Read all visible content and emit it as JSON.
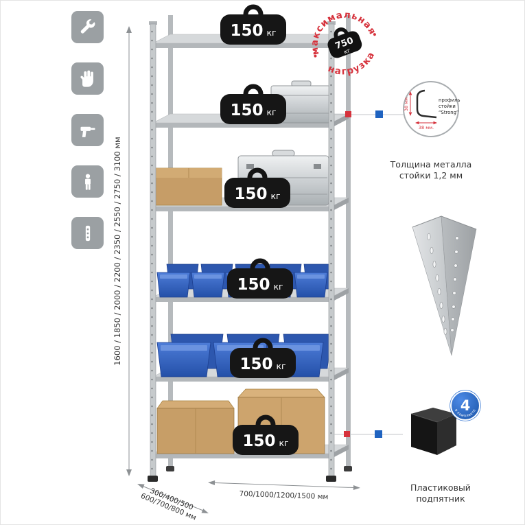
{
  "stamp": {
    "arc_top": "максимальная",
    "arc_bottom": "нагрузка",
    "value": "750",
    "unit": "кг"
  },
  "shelf_badge": {
    "value": "150",
    "unit": "кг"
  },
  "height_dim": {
    "label": "1600 / 1850 / 2000 / 2200 / 2350 / 2550 / 2750 / 3100 мм"
  },
  "depth_dim": {
    "line1": "300/400/500",
    "line2": "600/700/800 мм"
  },
  "width_dim": {
    "label": "700/1000/1200/1500 мм"
  },
  "profile_callout": {
    "line1": "профиль",
    "line2": "стойки",
    "line3": "“Strong”",
    "dim_vertical": "38 мм",
    "dim_horizontal": "38 мм.",
    "caption_line1": "Толщина металла",
    "caption_line2": "стойки 1,2 мм"
  },
  "foot_callout": {
    "badge_value": "4",
    "badge_text": "в комплекте",
    "caption_line1": "Пластиковый",
    "caption_line2": "подпятник"
  },
  "icons": {
    "tools": "wrench-icon",
    "gloves": "gloves-icon",
    "drill": "drill-icon",
    "person": "person-icon",
    "profile": "rack-profile-icon"
  },
  "colors": {
    "accent_red": "#d6323c",
    "accent_blue": "#1f63c0",
    "steel": "#c6cacc"
  }
}
